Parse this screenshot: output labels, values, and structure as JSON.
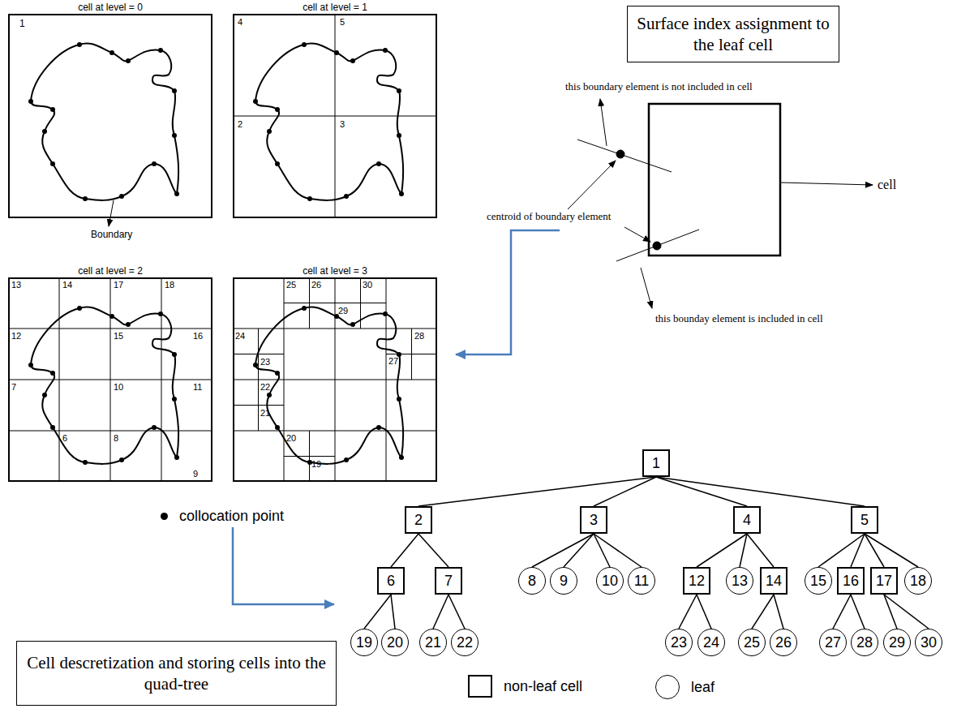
{
  "diagram": {
    "nodes": [
      {
        "text": [
          "cell at level = 0"
        ]
      },
      {
        "text": [
          "cell at level = 1"
        ]
      },
      {
        "text": [
          "cell at level = 2"
        ]
      },
      {
        "text": [
          "cell at level = 3"
        ]
      },
      {
        "text": [
          "Surface index assignment to the leaf cell"
        ]
      },
      {
        "text": [
          "1"
        ]
      },
      {
        "text": [
          "2"
        ]
      },
      {
        "text": [
          "3"
        ]
      },
      {
        "text": [
          "4"
        ]
      },
      {
        "text": [
          "5"
        ]
      },
      {
        "text": [
          "6"
        ]
      },
      {
        "text": [
          "7"
        ]
      },
      {
        "text": [
          "8"
        ]
      },
      {
        "text": [
          "9"
        ]
      },
      {
        "text": [
          "10"
        ]
      },
      {
        "text": [
          "11"
        ]
      },
      {
        "text": [
          "12"
        ]
      },
      {
        "text": [
          "13"
        ]
      },
      {
        "text": [
          "14"
        ]
      },
      {
        "text": [
          "15"
        ]
      },
      {
        "text": [
          "16"
        ]
      },
      {
        "text": [
          "17"
        ]
      },
      {
        "text": [
          "18"
        ]
      },
      {
        "text": [
          "19"
        ]
      },
      {
        "text": [
          "20"
        ]
      },
      {
        "text": [
          "21"
        ]
      },
      {
        "text": [
          "22"
        ]
      },
      {
        "text": [
          "23"
        ]
      },
      {
        "text": [
          "24"
        ]
      },
      {
        "text": [
          "25"
        ]
      },
      {
        "text": [
          "26"
        ]
      },
      {
        "text": [
          "27"
        ]
      },
      {
        "text": [
          "28"
        ]
      },
      {
        "text": [
          "29"
        ]
      },
      {
        "text": [
          "30"
        ]
      },
      {
        "text": [
          "Cell descretization and storing cells into the quad-tree"
        ]
      }
    ],
    "edges": [
      {
        "from": 5,
        "to": 6,
        "arrow": "none"
      },
      {
        "from": 5,
        "to": 7,
        "arrow": "none"
      },
      {
        "from": 5,
        "to": 8,
        "arrow": "none"
      },
      {
        "from": 5,
        "to": 9,
        "arrow": "none"
      },
      {
        "from": 6,
        "to": 10,
        "arrow": "none"
      },
      {
        "from": 6,
        "to": 11,
        "arrow": "none"
      },
      {
        "from": 7,
        "to": 12,
        "arrow": "none"
      },
      {
        "from": 7,
        "to": 13,
        "arrow": "none"
      },
      {
        "from": 7,
        "to": 14,
        "arrow": "none"
      },
      {
        "from": 7,
        "to": 15,
        "arrow": "none"
      },
      {
        "from": 8,
        "to": 16,
        "arrow": "none"
      },
      {
        "from": 8,
        "to": 17,
        "arrow": "none"
      },
      {
        "from": 8,
        "to": 18,
        "arrow": "none"
      },
      {
        "from": 9,
        "to": 19,
        "arrow": "none"
      },
      {
        "from": 9,
        "to": 20,
        "arrow": "none"
      },
      {
        "from": 9,
        "to": 21,
        "arrow": "none"
      },
      {
        "from": 9,
        "to": 22,
        "arrow": "none"
      },
      {
        "from": 10,
        "to": 23,
        "arrow": "none"
      },
      {
        "from": 10,
        "to": 24,
        "arrow": "none"
      },
      {
        "from": 11,
        "to": 25,
        "arrow": "none"
      },
      {
        "from": 11,
        "to": 26,
        "arrow": "none"
      },
      {
        "from": 16,
        "to": 27,
        "arrow": "none"
      },
      {
        "from": 16,
        "to": 28,
        "arrow": "none"
      },
      {
        "from": 18,
        "to": 29,
        "arrow": "none"
      },
      {
        "from": 18,
        "to": 30,
        "arrow": "none"
      },
      {
        "from": 20,
        "to": 31,
        "arrow": "none"
      },
      {
        "from": 20,
        "to": 32,
        "arrow": "none"
      },
      {
        "from": 21,
        "to": 33,
        "arrow": "none"
      },
      {
        "from": 21,
        "to": 34,
        "arrow": "none"
      }
    ],
    "labels": [
      "1",
      "4",
      "5",
      "2",
      "3",
      "13",
      "14",
      "17",
      "18",
      "12",
      "15",
      "16",
      "7",
      "10",
      "11",
      "6",
      "8",
      "9",
      "25",
      "26",
      "30",
      "29",
      "24",
      "28",
      "27",
      "23",
      "22",
      "21",
      "20",
      "19",
      "Boundary",
      "this boundary element is not included in cell",
      "centroid of boundary element",
      "cell",
      "this bounday element is included in cell"
    ],
    "legend": [
      {
        "text": "collocation point"
      },
      {
        "text": "non-leaf cell"
      },
      {
        "text": "leaf"
      }
    ]
  }
}
